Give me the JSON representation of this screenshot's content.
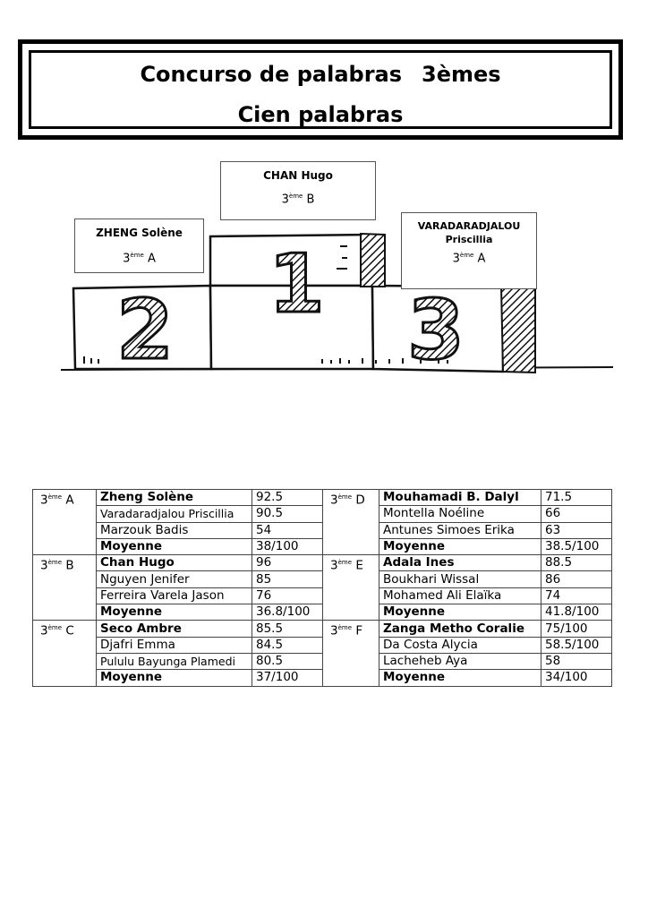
{
  "title": {
    "line1_a": "Concurso de palabras",
    "line1_b": "3èmes",
    "line2": "Cien palabras"
  },
  "podium": {
    "first": {
      "name": "CHAN Hugo",
      "cls_num": "3",
      "cls_sup": "ème",
      "cls_letter": "B",
      "digit": "1"
    },
    "second": {
      "name": "ZHENG Solène",
      "cls_num": "3",
      "cls_sup": "ème",
      "cls_letter": "A",
      "digit": "2"
    },
    "third": {
      "name_line1": "VARADARADJALOU",
      "name_line2": "Priscillia",
      "cls_num": "3",
      "cls_sup": "ème",
      "cls_letter": "A",
      "digit": "3"
    }
  },
  "groups": [
    {
      "left": {
        "num": "3",
        "sup": "ème",
        "letter": "A",
        "rows": [
          {
            "name": "Zheng Solène",
            "score": "92.5"
          },
          {
            "name": "Varadaradjalou Priscillia",
            "score": "90.5"
          },
          {
            "name": "Marzouk Badis",
            "score": "54"
          },
          {
            "name": "Moyenne",
            "score": "38/100"
          }
        ]
      },
      "right": {
        "num": "3",
        "sup": "ème",
        "letter": "D",
        "rows": [
          {
            "name": "Mouhamadi B. Dalyl",
            "score": "71.5"
          },
          {
            "name": "Montella Noéline",
            "score": "66"
          },
          {
            "name": "Antunes Simoes Erika",
            "score": "63"
          },
          {
            "name": "Moyenne",
            "score": "38.5/100"
          }
        ]
      }
    },
    {
      "left": {
        "num": "3",
        "sup": "ème",
        "letter": "B",
        "rows": [
          {
            "name": "Chan Hugo",
            "score": "96"
          },
          {
            "name": "Nguyen Jenifer",
            "score": "85"
          },
          {
            "name": "Ferreira Varela Jason",
            "score": "76"
          },
          {
            "name": "Moyenne",
            "score": "36.8/100"
          }
        ]
      },
      "right": {
        "num": "3",
        "sup": "ème",
        "letter": "E",
        "rows": [
          {
            "name": "Adala Ines",
            "score": "88.5"
          },
          {
            "name": "Boukhari Wissal",
            "score": "86"
          },
          {
            "name": "Mohamed Ali Elaïka",
            "score": "74"
          },
          {
            "name": "Moyenne",
            "score": "41.8/100"
          }
        ]
      }
    },
    {
      "left": {
        "num": "3",
        "sup": "ème",
        "letter": "C",
        "rows": [
          {
            "name": "Seco Ambre",
            "score": "85.5"
          },
          {
            "name": "Djafri Emma",
            "score": "84.5"
          },
          {
            "name": "Pululu Bayunga Plamedi",
            "score": "80.5"
          },
          {
            "name": "Moyenne",
            "score": "37/100"
          }
        ]
      },
      "right": {
        "num": "3",
        "sup": "ème",
        "letter": "F",
        "rows": [
          {
            "name": "Zanga Metho Coralie",
            "score": "75/100"
          },
          {
            "name": "Da Costa Alycia",
            "score": "58.5/100"
          },
          {
            "name": "Lacheheb Aya",
            "score": "58"
          },
          {
            "name": "Moyenne",
            "score": "34/100"
          }
        ]
      }
    }
  ]
}
